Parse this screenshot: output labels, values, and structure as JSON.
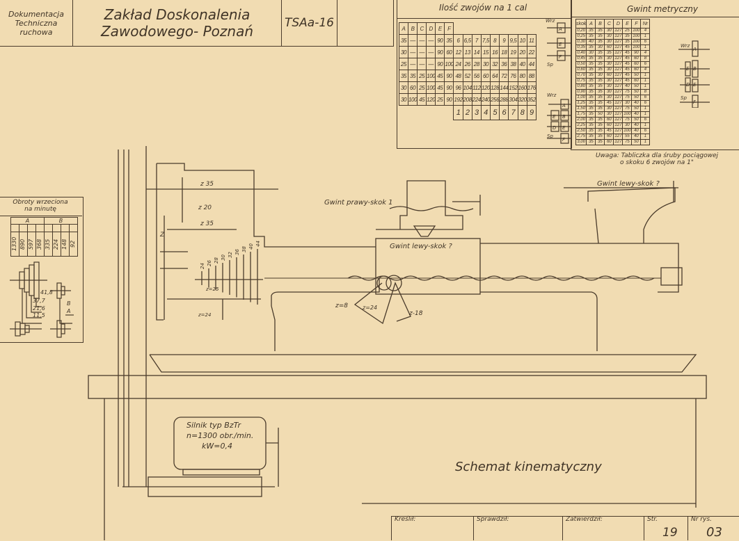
{
  "title_block": {
    "doc_type": "Dokumentacja Techniczna ruchowa",
    "institution_line1": "Zakład Doskonalenia",
    "institution_line2": "Zawodowego- Poznań",
    "machine": "TSAa-16"
  },
  "thread_table": {
    "title": "Ilość zwojów na 1 cal",
    "headers": [
      "A",
      "B",
      "C",
      "D",
      "E",
      "F"
    ],
    "rows": [
      {
        "gears": [
          "35",
          "—",
          "—",
          "—",
          "90",
          "35"
        ],
        "values": [
          "6",
          "6,5",
          "7",
          "7,5",
          "8",
          "9",
          "9,5",
          "10",
          "11"
        ]
      },
      {
        "gears": [
          "30",
          "—",
          "—",
          "—",
          "90",
          "60"
        ],
        "values": [
          "12",
          "13",
          "14",
          "15",
          "16",
          "18",
          "19",
          "20",
          "22"
        ]
      },
      {
        "gears": [
          "25",
          "—",
          "—",
          "—",
          "90",
          "100"
        ],
        "values": [
          "24",
          "26",
          "28",
          "30",
          "32",
          "36",
          "38",
          "40",
          "44"
        ]
      },
      {
        "gears": [
          "35",
          "35",
          "25",
          "100",
          "45",
          "90"
        ],
        "values": [
          "48",
          "52",
          "56",
          "60",
          "64",
          "72",
          "76",
          "80",
          "88"
        ]
      },
      {
        "gears": [
          "30",
          "60",
          "25",
          "100",
          "45",
          "90"
        ],
        "values": [
          "96",
          "104",
          "112",
          "120",
          "128",
          "144",
          "152",
          "160",
          "176"
        ]
      },
      {
        "gears": [
          "30",
          "100",
          "45",
          "120",
          "25",
          "90"
        ],
        "values": [
          "192",
          "208",
          "224",
          "240",
          "256",
          "288",
          "304",
          "320",
          "352"
        ]
      }
    ],
    "positions": [
      "1",
      "2",
      "3",
      "4",
      "5",
      "6",
      "7",
      "8",
      "9"
    ],
    "schema1": [
      "Wrz",
      "A",
      "E",
      "F",
      "Sp"
    ],
    "schema2": [
      "Wrz",
      "A",
      "E",
      "B",
      "D",
      "E",
      "Sp",
      "F"
    ]
  },
  "metric_table": {
    "title": "Gwint metryczny",
    "headers": [
      "skok",
      "A",
      "B",
      "C",
      "D",
      "E",
      "F",
      "Nr"
    ],
    "rows": [
      [
        "0,20",
        "35",
        "35",
        "30",
        "127",
        "25",
        "100",
        "4"
      ],
      [
        "0,25",
        "35",
        "35",
        "30",
        "127",
        "35",
        "100",
        "1"
      ],
      [
        "0,30",
        "40",
        "35",
        "30",
        "127",
        "35",
        "100",
        "6"
      ],
      [
        "0,35",
        "35",
        "30",
        "60",
        "127",
        "45",
        "100",
        "1"
      ],
      [
        "0,40",
        "30",
        "35",
        "35",
        "127",
        "45",
        "90",
        "4"
      ],
      [
        "0,45",
        "35",
        "35",
        "30",
        "127",
        "45",
        "60",
        "8"
      ],
      [
        "0,50",
        "35",
        "35",
        "30",
        "127",
        "45",
        "60",
        "6"
      ],
      [
        "0,60",
        "35",
        "35",
        "30",
        "127",
        "45",
        "60",
        "4"
      ],
      [
        "0,70",
        "35",
        "30",
        "60",
        "127",
        "45",
        "50",
        "1"
      ],
      [
        "0,75",
        "35",
        "35",
        "30",
        "127",
        "45",
        "60",
        "1"
      ],
      [
        "0,80",
        "35",
        "35",
        "30",
        "127",
        "40",
        "50",
        "1"
      ],
      [
        "0,90",
        "35",
        "35",
        "30",
        "127",
        "75",
        "50",
        "8"
      ],
      [
        "1,00",
        "35",
        "35",
        "30",
        "127",
        "75",
        "50",
        "6"
      ],
      [
        "1,25",
        "35",
        "35",
        "45",
        "127",
        "30",
        "40",
        "6"
      ],
      [
        "1,50",
        "35",
        "35",
        "30",
        "127",
        "75",
        "50",
        "1"
      ],
      [
        "1,75",
        "35",
        "50",
        "30",
        "127",
        "100",
        "40",
        "1"
      ],
      [
        "2,00",
        "35",
        "35",
        "60",
        "127",
        "75",
        "50",
        "6"
      ],
      [
        "2,25",
        "35",
        "35",
        "60",
        "127",
        "30",
        "40",
        "1"
      ],
      [
        "2,50",
        "35",
        "35",
        "45",
        "127",
        "100",
        "40",
        "6"
      ],
      [
        "2,75",
        "35",
        "35",
        "60",
        "127",
        "55",
        "40",
        "1"
      ],
      [
        "3,00",
        "35",
        "35",
        "60",
        "127",
        "75",
        "50",
        "1"
      ]
    ],
    "schema": [
      "Wrz",
      "A",
      "E",
      "B",
      "D",
      "E",
      "Sp",
      "F"
    ],
    "note_line1": "Uwaga: Tabliczka dla śruby pociągowej",
    "note_line2": "o skoku 6 zwojów na 1\""
  },
  "rpm_table": {
    "title_line1": "Obroty wrzeciona",
    "title_line2": "na minutę",
    "groups": [
      "A",
      "B"
    ],
    "values": [
      "1330",
      "890",
      "597",
      "368",
      "335",
      "224",
      "148",
      "92"
    ],
    "pulley_labels": [
      "41,8",
      "37,7",
      "21,6",
      "11,5"
    ],
    "ratio": [
      "B",
      "A"
    ]
  },
  "diagram": {
    "gears": {
      "z35a": "z 35",
      "z20": "z 20",
      "z35b": "z 35",
      "z": "Z",
      "z25": "z=25",
      "z24": "z=24",
      "z8": "z=8",
      "z24b": "z=24",
      "z18": "z-18"
    },
    "gear_series": [
      "24",
      "26",
      "28",
      "30",
      "32",
      "36",
      "38",
      "40",
      "44"
    ],
    "thread_right": "Gwint prawy-skok 1",
    "thread_left_mid": "Gwint lewy-skok ?",
    "thread_left_right": "Gwint lewy-skok ?",
    "motor_line1": "Silnik typ BzTr",
    "motor_line2": "n=1300 obr./min.",
    "motor_line3": "kW=0,4",
    "caption": "Schemat kinematyczny"
  },
  "bottom_block": {
    "drawn": "Kreślił:",
    "checked": "Sprawdził:",
    "approved": "Zatwierdził:",
    "page_label": "Str.",
    "page": "19",
    "drawing_label": "Nr rys.",
    "drawing_no": "03"
  }
}
